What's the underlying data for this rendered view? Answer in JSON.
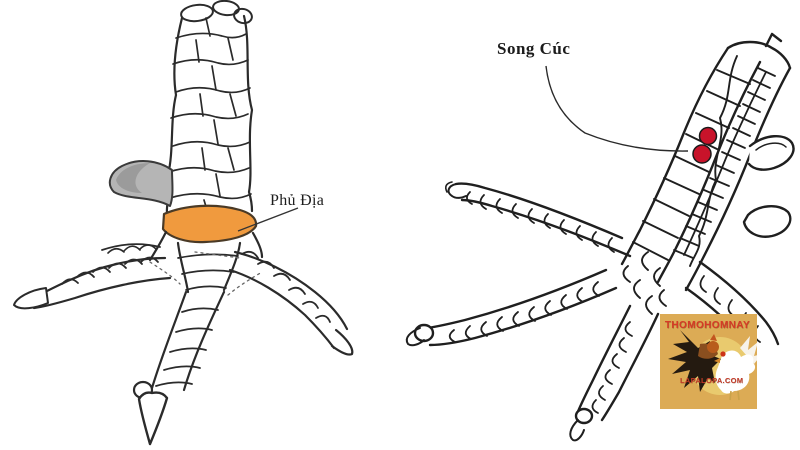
{
  "page": {
    "background": "#ffffff"
  },
  "left_diagram": {
    "label": "Phủ Địa",
    "band_color": "#F09A3E",
    "band_stroke": "#4a3a26",
    "spur_color": "#b5b5b5",
    "outline_color": "#2b2b2b"
  },
  "right_diagram": {
    "label": "Song Cúc",
    "dot_color": "#C8132A",
    "outline_color": "#1f1f1f"
  },
  "logo": {
    "title": "THOMOHOMNAY",
    "website": "LAPALOPA.COM",
    "background_color": "#DCAB55",
    "circle_color": "#E9CA6E",
    "title_color": "#D63A26",
    "website_color": "#C23A28"
  }
}
